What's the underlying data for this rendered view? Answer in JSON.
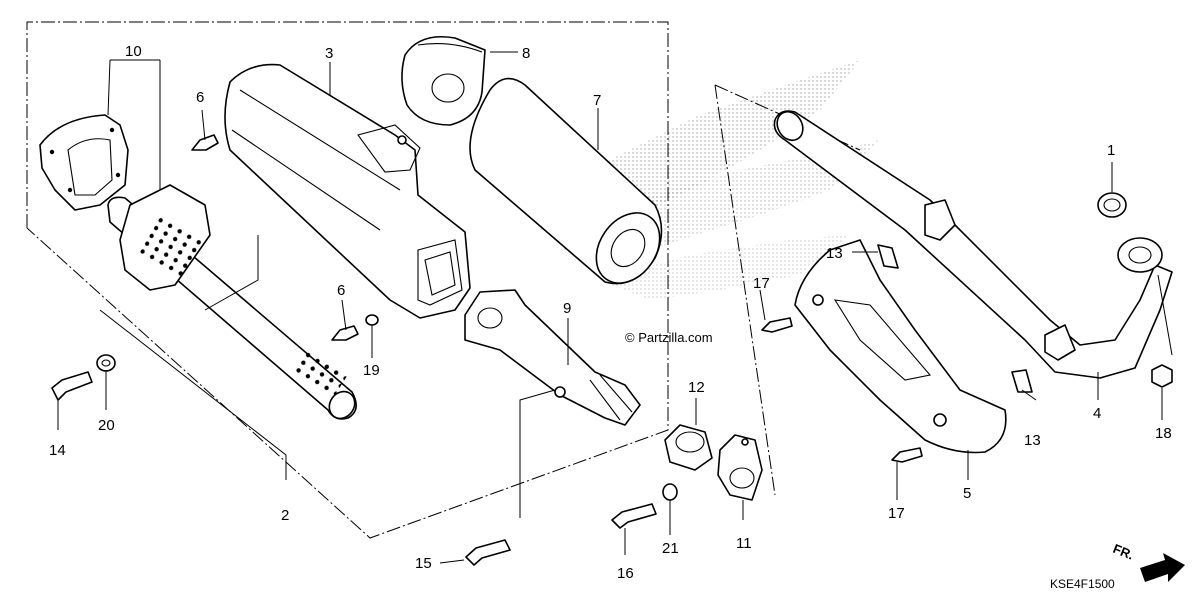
{
  "diagram": {
    "watermark": "© Partzilla.com",
    "diagram_code": "KSE4F1500",
    "direction_label": "FR.",
    "callouts": {
      "c1": "1",
      "c2": "2",
      "c3": "3",
      "c4": "4",
      "c5": "5",
      "c6a": "6",
      "c6b": "6",
      "c7": "7",
      "c8": "8",
      "c9": "9",
      "c10": "10",
      "c11": "11",
      "c12": "12",
      "c13a": "13",
      "c13b": "13",
      "c14": "14",
      "c15": "15",
      "c16": "16",
      "c17a": "17",
      "c17b": "17",
      "c18": "18",
      "c19": "19",
      "c20": "20",
      "c21": "21"
    }
  }
}
